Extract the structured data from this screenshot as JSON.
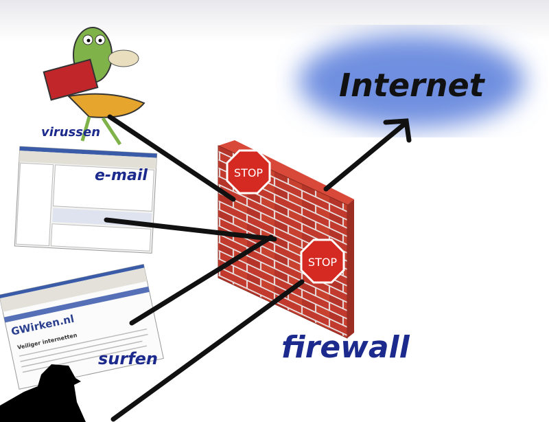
{
  "cloud": {
    "label": "Internet",
    "color": "#6f8fe0"
  },
  "firewall": {
    "label": "firewall",
    "signs": [
      "STOP",
      "STOP"
    ],
    "brick_color": "#c0392b"
  },
  "sources": {
    "virus": {
      "label": "virussen"
    },
    "email": {
      "label": "e-mail"
    },
    "surf": {
      "label": "surfen",
      "site_title": "GWirken.nl",
      "heading": "Veiliger internetten"
    }
  }
}
